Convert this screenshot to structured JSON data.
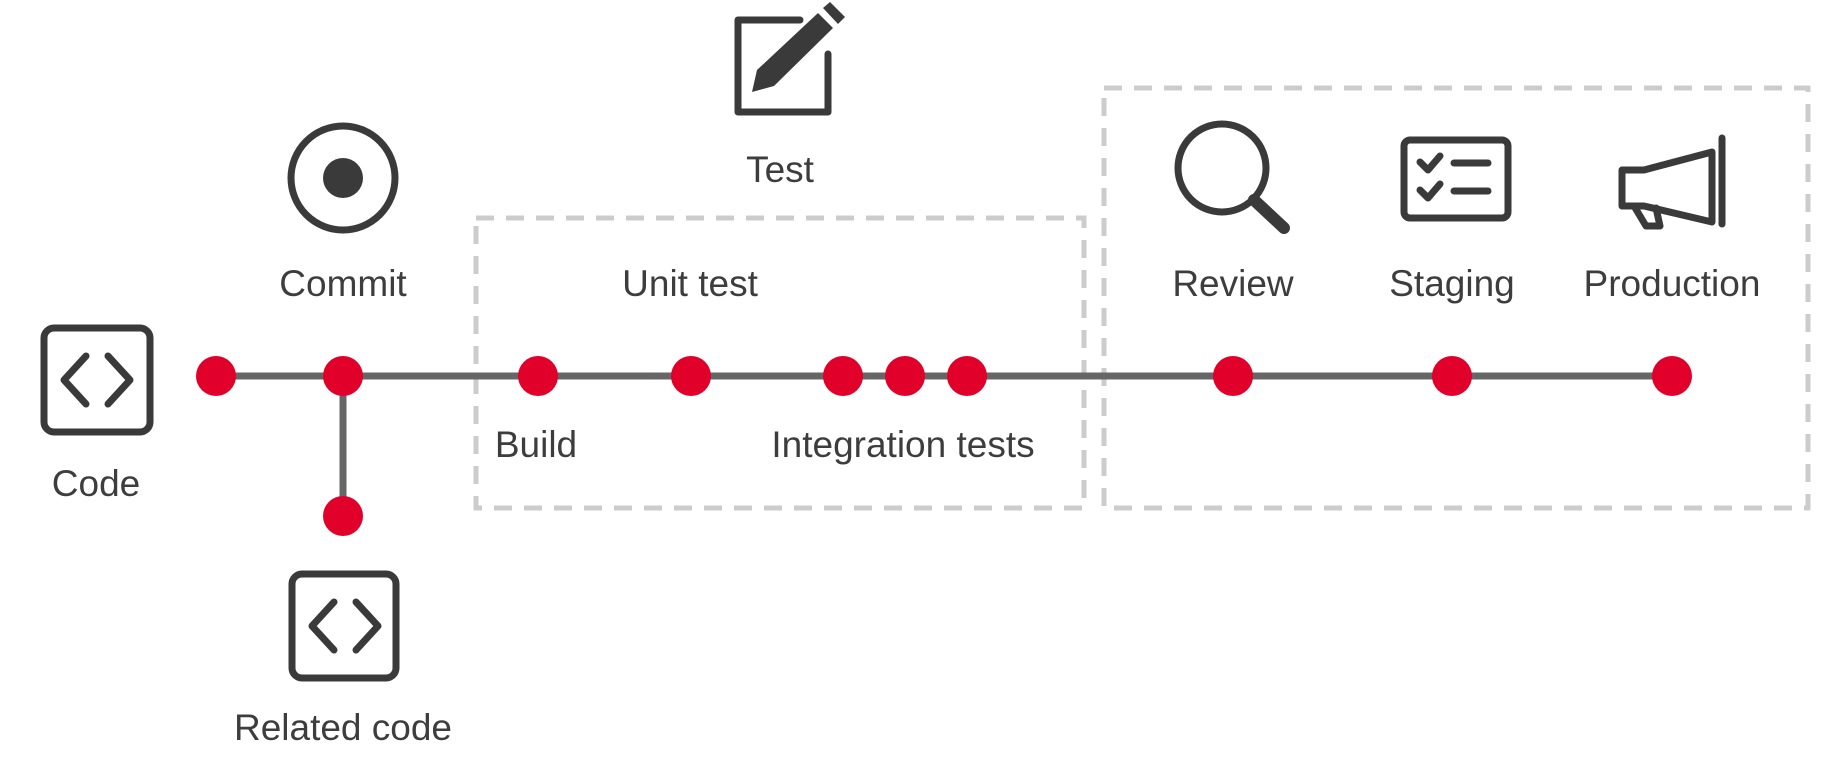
{
  "labels": {
    "code": "Code",
    "related_code": "Related code",
    "commit": "Commit",
    "test": "Test",
    "unit_test": "Unit test",
    "build": "Build",
    "integration_tests": "Integration tests",
    "review": "Review",
    "staging": "Staging",
    "production": "Production"
  },
  "icons": {
    "code": "code-brackets-icon",
    "related_code": "code-brackets-icon",
    "commit": "commit-circle-icon",
    "test": "edit-pencil-icon",
    "review": "magnifier-icon",
    "staging": "checklist-icon",
    "production": "megaphone-icon"
  },
  "colors": {
    "node": "#e0002a",
    "line": "#666666",
    "icon": "#3a3a3a",
    "text": "#3d3d3d",
    "zone_border": "#cccccc"
  }
}
